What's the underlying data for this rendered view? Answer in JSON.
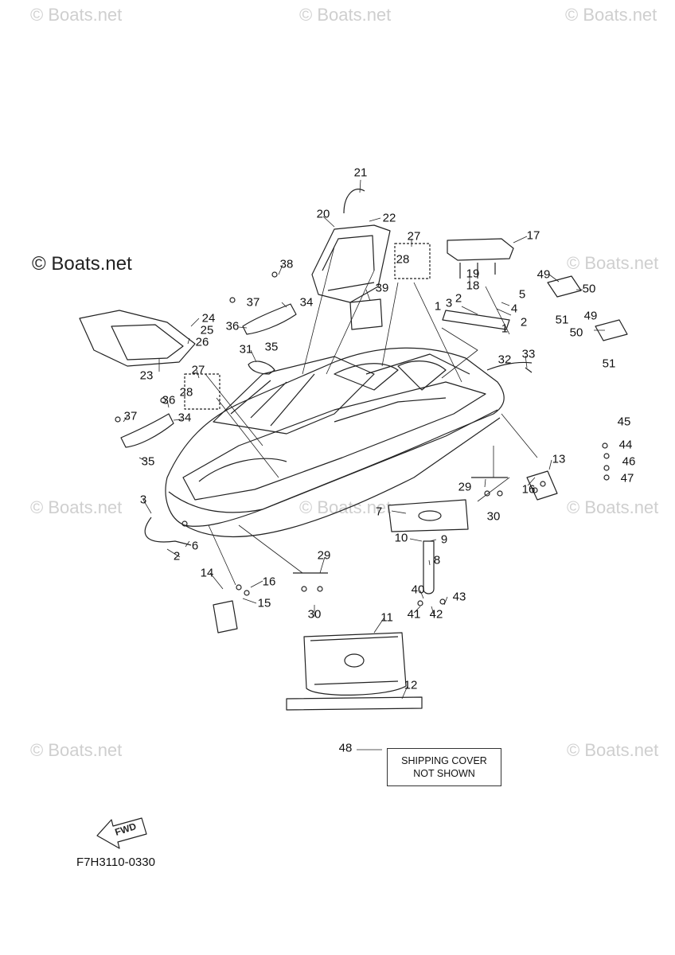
{
  "watermarks": [
    "© Boats.net",
    "© Boats.net",
    "© Boats.net",
    "© Boats.net",
    "© Boats.net",
    "© Boats.net",
    "© Boats.net",
    "© Boats.net",
    "© Boats.net"
  ],
  "logo_text": "© Boats.net",
  "diagram_code": "F7H3110-0330",
  "fwd_label": "FWD",
  "note": {
    "line1": "SHIPPING COVER",
    "line2": "NOT SHOWN"
  },
  "callouts": [
    "21",
    "20",
    "22",
    "27",
    "28",
    "17",
    "38",
    "19",
    "18",
    "39",
    "49",
    "50",
    "37",
    "34",
    "1",
    "3",
    "2",
    "5",
    "4",
    "2",
    "1",
    "51",
    "36",
    "35",
    "24",
    "25",
    "26",
    "31",
    "49",
    "50",
    "33",
    "32",
    "51",
    "23",
    "27",
    "28",
    "36",
    "34",
    "37",
    "45",
    "44",
    "46",
    "47",
    "35",
    "13",
    "29",
    "16",
    "3",
    "7",
    "30",
    "10",
    "9",
    "6",
    "2",
    "8",
    "14",
    "16",
    "15",
    "29",
    "40",
    "43",
    "41",
    "42",
    "30",
    "11",
    "12",
    "48"
  ]
}
